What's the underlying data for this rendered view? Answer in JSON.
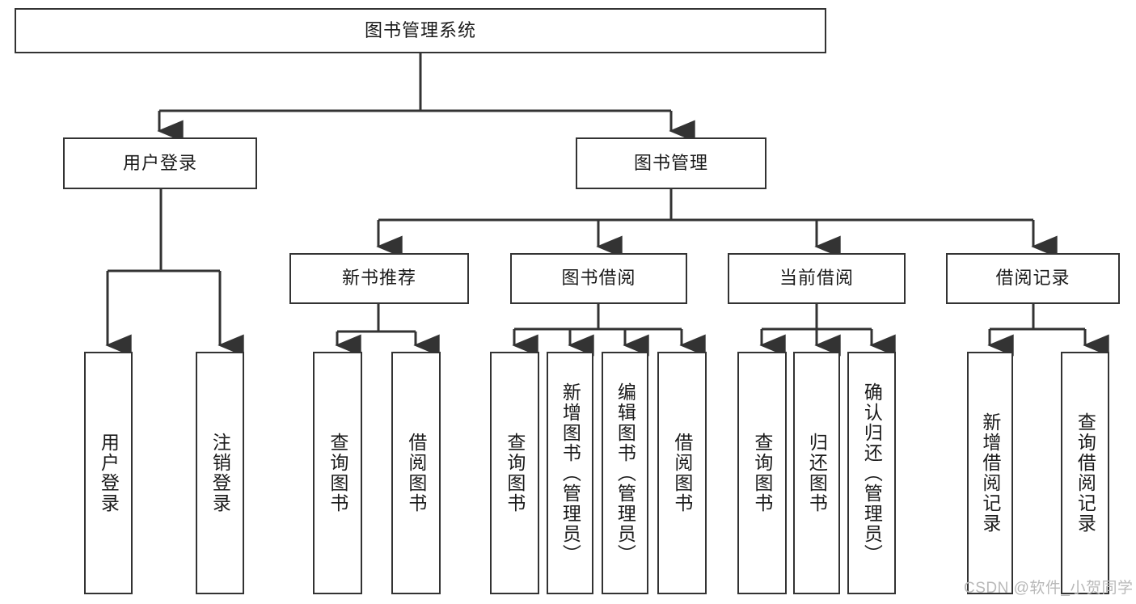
{
  "diagram": {
    "type": "tree-hierarchy",
    "title": "图书管理系统",
    "watermark": "CSDN @软件_小贺同学",
    "colors": {
      "box_border": "#333333",
      "box_fill": "#ffffff",
      "connector": "#333333",
      "text": "#1a1a1a",
      "watermark": "#b9b9b9",
      "background": "#ffffff"
    },
    "levels": {
      "root": {
        "label": "图书管理系统",
        "orientation": "horizontal"
      },
      "level2": [
        {
          "label": "用户登录",
          "orientation": "horizontal"
        },
        {
          "label": "图书管理",
          "orientation": "horizontal"
        }
      ],
      "level3": [
        {
          "label": "新书推荐",
          "orientation": "horizontal"
        },
        {
          "label": "图书借阅",
          "orientation": "horizontal"
        },
        {
          "label": "当前借阅",
          "orientation": "horizontal"
        },
        {
          "label": "借阅记录",
          "orientation": "horizontal"
        }
      ],
      "leaves": [
        {
          "label": "用户登录",
          "orientation": "vertical",
          "parent": "用户登录"
        },
        {
          "label": "注销登录",
          "orientation": "vertical",
          "parent": "用户登录"
        },
        {
          "label": "查询图书",
          "orientation": "vertical",
          "parent": "新书推荐"
        },
        {
          "label": "借阅图书",
          "orientation": "vertical",
          "parent": "新书推荐"
        },
        {
          "label": "查询图书",
          "orientation": "vertical",
          "parent": "图书借阅"
        },
        {
          "label": "新增图书（管理员）",
          "orientation": "vertical",
          "parent": "图书借阅"
        },
        {
          "label": "编辑图书（管理员）",
          "orientation": "vertical",
          "parent": "图书借阅"
        },
        {
          "label": "借阅图书",
          "orientation": "vertical",
          "parent": "图书借阅"
        },
        {
          "label": "查询图书",
          "orientation": "vertical",
          "parent": "当前借阅"
        },
        {
          "label": "归还图书",
          "orientation": "vertical",
          "parent": "当前借阅"
        },
        {
          "label": "确认归还（管理员）",
          "orientation": "vertical",
          "parent": "当前借阅"
        },
        {
          "label": "新增借阅记录",
          "orientation": "vertical",
          "parent": "借阅记录"
        },
        {
          "label": "查询借阅记录",
          "orientation": "vertical",
          "parent": "借阅记录"
        }
      ]
    }
  }
}
